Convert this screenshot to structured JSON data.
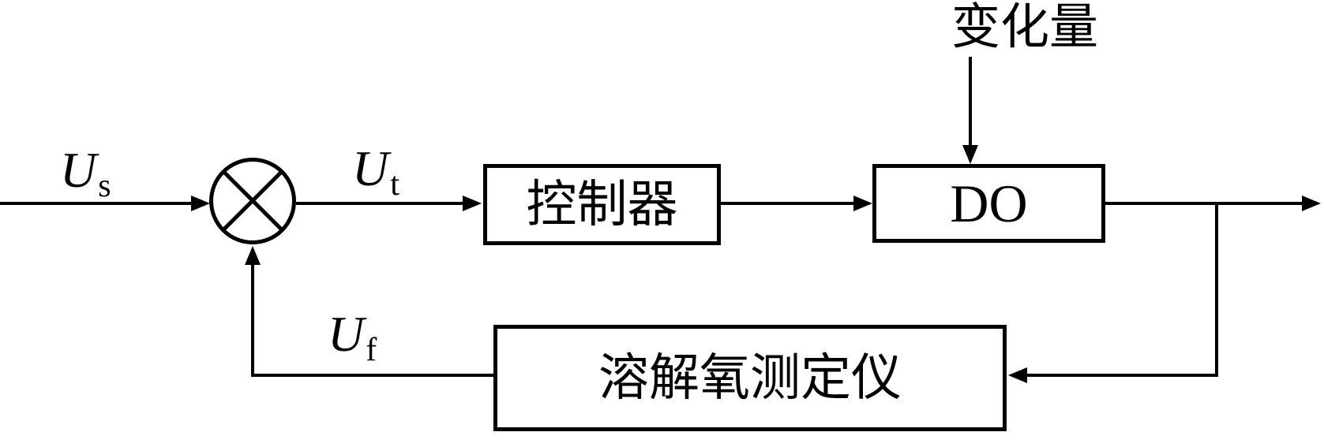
{
  "diagram": {
    "background_color": "#ffffff",
    "line_color": "#000000",
    "signals": {
      "input": {
        "base": "U",
        "sub": "s"
      },
      "control": {
        "base": "U",
        "sub": "t"
      },
      "feedback": {
        "base": "U",
        "sub": "f"
      }
    },
    "disturbance": {
      "label": "变化量"
    },
    "blocks": {
      "controller": {
        "label": "控制器"
      },
      "plant": {
        "label": "DO"
      },
      "sensor": {
        "label": "溶解氧测定仪"
      }
    }
  }
}
